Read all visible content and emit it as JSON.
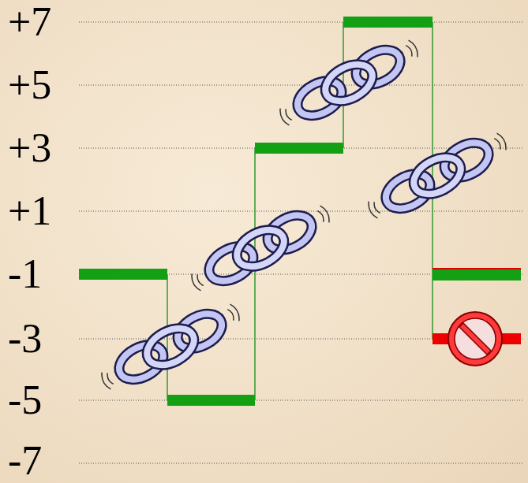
{
  "diagram": {
    "labels": [
      "+7",
      "+5",
      "+3",
      "+1",
      "-1",
      "-3",
      "-5",
      "-7"
    ]
  }
}
